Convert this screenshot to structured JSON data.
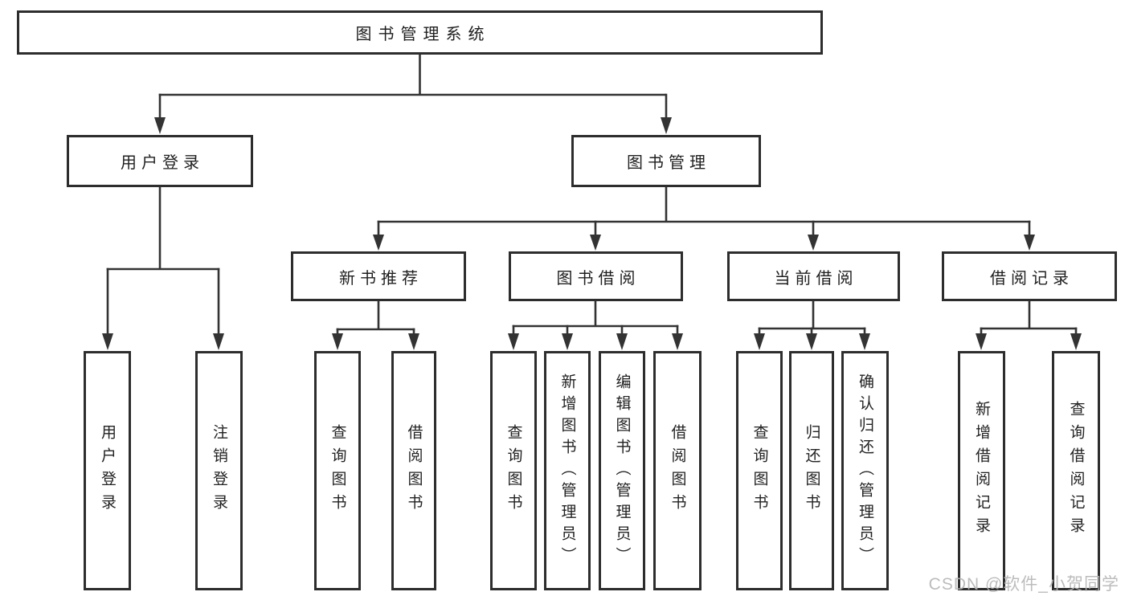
{
  "tree": {
    "root": {
      "label": "图书管理系统",
      "children": [
        {
          "label": "用户登录",
          "children": [
            {
              "label": "用户登录"
            },
            {
              "label": "注销登录"
            }
          ]
        },
        {
          "label": "图书管理",
          "children": [
            {
              "label": "新书推荐",
              "children": [
                {
                  "label": "查询图书"
                },
                {
                  "label": "借阅图书"
                }
              ]
            },
            {
              "label": "图书借阅",
              "children": [
                {
                  "label": "查询图书"
                },
                {
                  "label": "新增图书（管理员）"
                },
                {
                  "label": "编辑图书（管理员）"
                },
                {
                  "label": "借阅图书"
                }
              ]
            },
            {
              "label": "当前借阅",
              "children": [
                {
                  "label": "查询图书"
                },
                {
                  "label": "归还图书"
                },
                {
                  "label": "确认归还（管理员）"
                }
              ]
            },
            {
              "label": "借阅记录",
              "children": [
                {
                  "label": "新增借阅记录"
                },
                {
                  "label": "查询借阅记录"
                }
              ]
            }
          ]
        }
      ]
    }
  },
  "watermark": "CSDN @软件_小贺同学",
  "colors": {
    "line": "#333333",
    "box_border": "#2d2d2d",
    "box_fill": "#ffffff",
    "text": "#1f1f1f",
    "watermark": "#b5b5b5",
    "background": "#ffffff"
  }
}
